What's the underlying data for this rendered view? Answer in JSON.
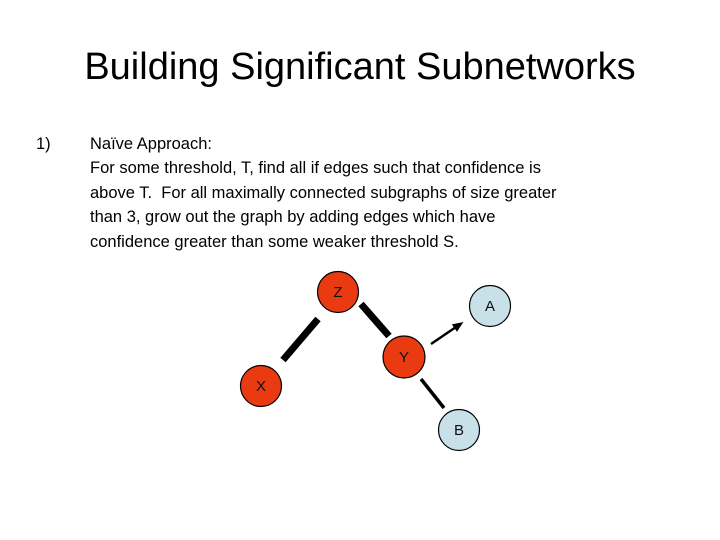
{
  "slide": {
    "title": "Building Significant Subnetworks",
    "item": {
      "number": "1)",
      "heading": "Naïve Approach:",
      "body_lines": [
        "For some threshold, T, find all if edges such that confidence is",
        "above T.  For all maximally connected subgraphs of size greater",
        "than 3, grow out the graph by adding edges which have",
        "confidence greater than some weaker threshold S."
      ]
    }
  },
  "diagram": {
    "nodes": [
      {
        "label": "Z",
        "type": "strong-confidence"
      },
      {
        "label": "A",
        "type": "weak-confidence"
      },
      {
        "label": "Y",
        "type": "strong-confidence"
      },
      {
        "label": "X",
        "type": "strong-confidence"
      },
      {
        "label": "B",
        "type": "weak-confidence"
      }
    ],
    "edges": [
      {
        "from": "X",
        "to": "Z",
        "style": "thick-line"
      },
      {
        "from": "Z",
        "to": "Y",
        "style": "thick-line"
      },
      {
        "from": "Y",
        "to": "A",
        "style": "thin-arrow"
      },
      {
        "from": "Y",
        "to": "B",
        "style": "medium-line"
      }
    ],
    "colors": {
      "strong_node_fill": "#e93a12",
      "weak_node_fill": "#c8e1e8",
      "node_border": "#000000",
      "edge": "#000000",
      "label_text": "#101010",
      "slide_background": "#ffffff"
    }
  }
}
